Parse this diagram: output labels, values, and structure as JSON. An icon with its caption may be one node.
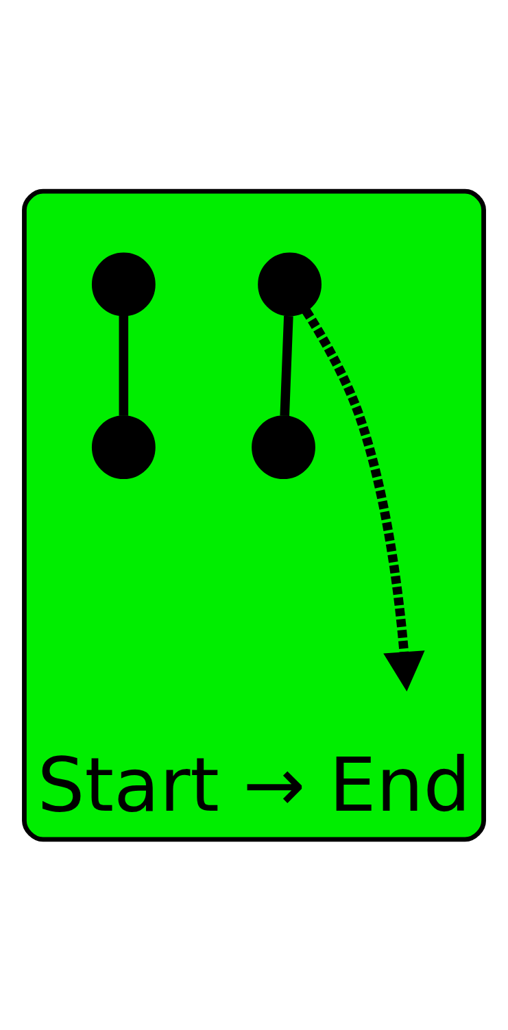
{
  "diagram": {
    "nodes": [
      {
        "text": [
          "Start → End"
        ]
      },
      {
        "text": [],
        "shape": "circle",
        "in": 0
      },
      {
        "text": [],
        "shape": "circle",
        "in": 0
      },
      {
        "text": [],
        "shape": "circle",
        "in": 0
      },
      {
        "text": [],
        "shape": "circle",
        "in": 0
      }
    ],
    "edges": [
      {
        "from": 1,
        "to": 2,
        "arrow": "none"
      },
      {
        "from": 3,
        "to": 4,
        "arrow": "none"
      },
      {
        "from": 1,
        "to": null,
        "arrow": "to",
        "style": "dashed"
      }
    ]
  }
}
